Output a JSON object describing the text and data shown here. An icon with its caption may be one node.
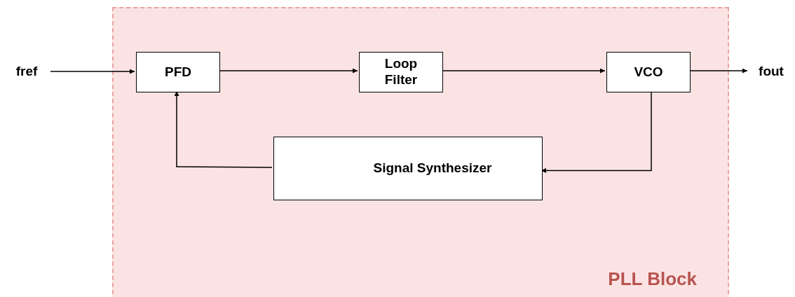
{
  "diagram": {
    "nodes": [
      {
        "text": [
          "PLL Block"
        ]
      },
      {
        "text": [
          "fref"
        ]
      },
      {
        "text": [
          "PFD"
        ],
        "in": 0
      },
      {
        "text": [
          "Loop Filter"
        ],
        "in": 0
      },
      {
        "text": [
          "VCO"
        ],
        "in": 0
      },
      {
        "text": [
          "fout"
        ]
      },
      {
        "text": [
          "Signal Synthesizer"
        ],
        "in": 0
      }
    ],
    "edges": [
      {
        "from": 1,
        "to": 2,
        "arrow": "to"
      },
      {
        "from": 2,
        "to": 3,
        "arrow": "to"
      },
      {
        "from": 3,
        "to": 4,
        "arrow": "to"
      },
      {
        "from": 4,
        "to": 5,
        "arrow": "to"
      },
      {
        "from": 4,
        "to": 6,
        "arrow": "to"
      },
      {
        "from": 6,
        "to": 2,
        "arrow": "to"
      }
    ]
  }
}
